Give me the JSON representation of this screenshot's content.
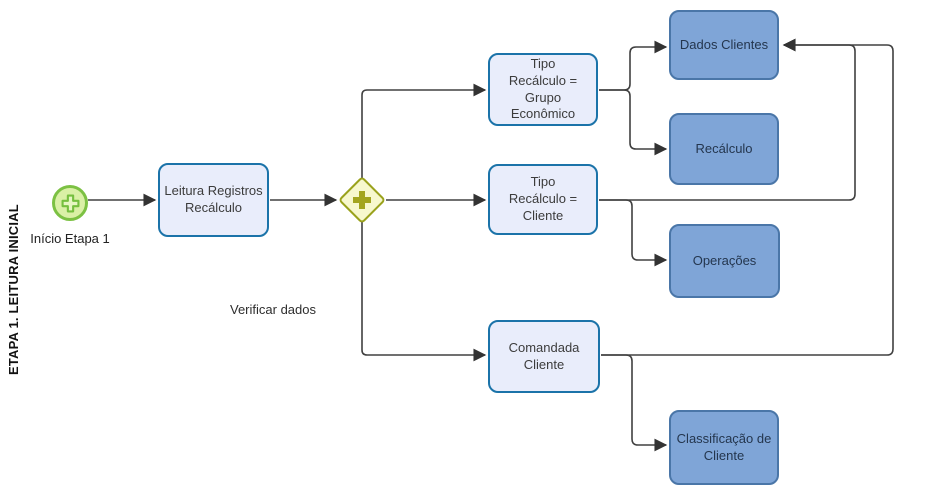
{
  "lane": {
    "title": "ETAPA 1. LEITURA INICIAL"
  },
  "start_event": {
    "label": "Início Etapa 1",
    "type": "start-event-plus"
  },
  "gateway": {
    "type": "parallel-gateway",
    "annotation": "Verificar dados"
  },
  "tasks": {
    "leitura": {
      "label": "Leitura Registros\nRecálculo"
    },
    "tipo_grupo": {
      "label": "Tipo\nRecálculo =\nGrupo\nEconômico"
    },
    "tipo_cliente": {
      "label": "Tipo\nRecálculo =\nCliente"
    },
    "comandada": {
      "label": "Comandada\nCliente"
    }
  },
  "stores": {
    "dados_clientes": {
      "label": "Dados Clientes"
    },
    "recalculo": {
      "label": "Recálculo"
    },
    "operacoes": {
      "label": "Operações"
    },
    "classificacao": {
      "label": "Classificação de\nCliente"
    }
  },
  "colors": {
    "task_fill": "#e9edfb",
    "task_border": "#1b73a9",
    "store_fill": "#7fa5d7",
    "store_border": "#4a76a8",
    "gateway_fill": "#f7f8cd",
    "gateway_border": "#9aa21c",
    "event_fill": "#daf0a6",
    "event_border": "#7cc143",
    "connector": "#404040"
  }
}
